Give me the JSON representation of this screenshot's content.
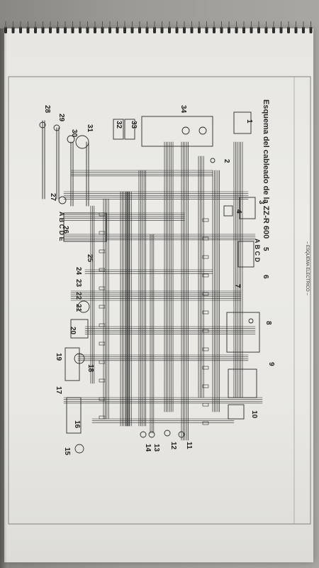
{
  "header": {
    "running_title": "– ESQUEMA ELECTRICO –"
  },
  "diagram": {
    "title": "Esquema del cableado de la ZZ-R 600",
    "callouts": [
      "1",
      "2",
      "3",
      "4",
      "5",
      "6",
      "7",
      "8",
      "9",
      "10",
      "11",
      "12",
      "13",
      "14",
      "15",
      "16",
      "17",
      "18",
      "19",
      "20",
      "21",
      "22",
      "23",
      "24",
      "25",
      "26",
      "27",
      "28",
      "29",
      "30",
      "31",
      "32",
      "33",
      "34"
    ],
    "connector_letters_upper": "A B C D",
    "connector_letters_lower": "A B C D E",
    "colors": {
      "ink": "#2a2a2a",
      "paper": "#ebeae5"
    }
  }
}
